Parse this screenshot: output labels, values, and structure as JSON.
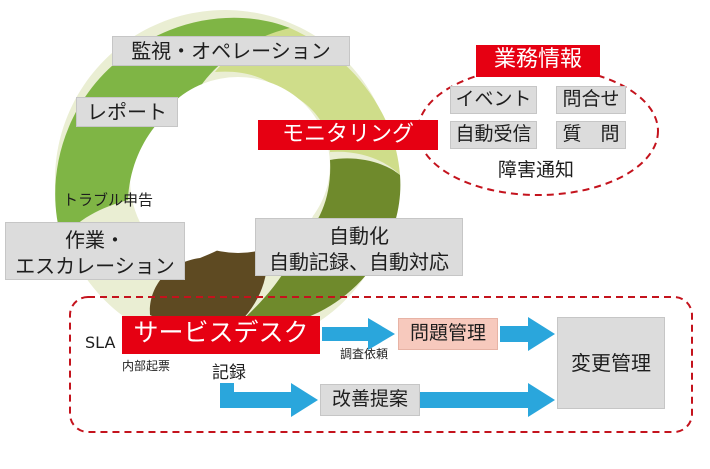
{
  "colors": {
    "accent_red": "#e60012",
    "arrow_blue": "#2aa6dc",
    "dashed_red": "#c4131d",
    "cycle_green": "#7cb342",
    "cycle_light_green": "#c7d87a",
    "cycle_beige": "#e9edcf",
    "cycle_olive": "#6a7f2e",
    "cycle_brown": "#5b4820",
    "label_grey": "#dcdcdc",
    "label_pink": "#f7c9bd"
  },
  "cycle": {
    "monitoring_ops": "監視・オペレーション",
    "report": "レポート",
    "monitoring": "モニタリング",
    "trouble_report": "トラブル申告",
    "escalation_line1": "作業・",
    "escalation_line2": "エスカレーション",
    "automation_line1": "自動化",
    "automation_line2": "自動記録、自動対応"
  },
  "business_info": {
    "title": "業務情報",
    "items": [
      "イベント",
      "問合せ",
      "自動受信",
      "質　問"
    ],
    "footer": "障害通知"
  },
  "service_desk": {
    "sla": "SLA",
    "title": "サービスデスク",
    "internal": "内部起票",
    "record": "記録",
    "investigation": "調査依頼",
    "problem_mgmt": "問題管理",
    "change_mgmt": "変更管理",
    "improvement": "改善提案"
  }
}
